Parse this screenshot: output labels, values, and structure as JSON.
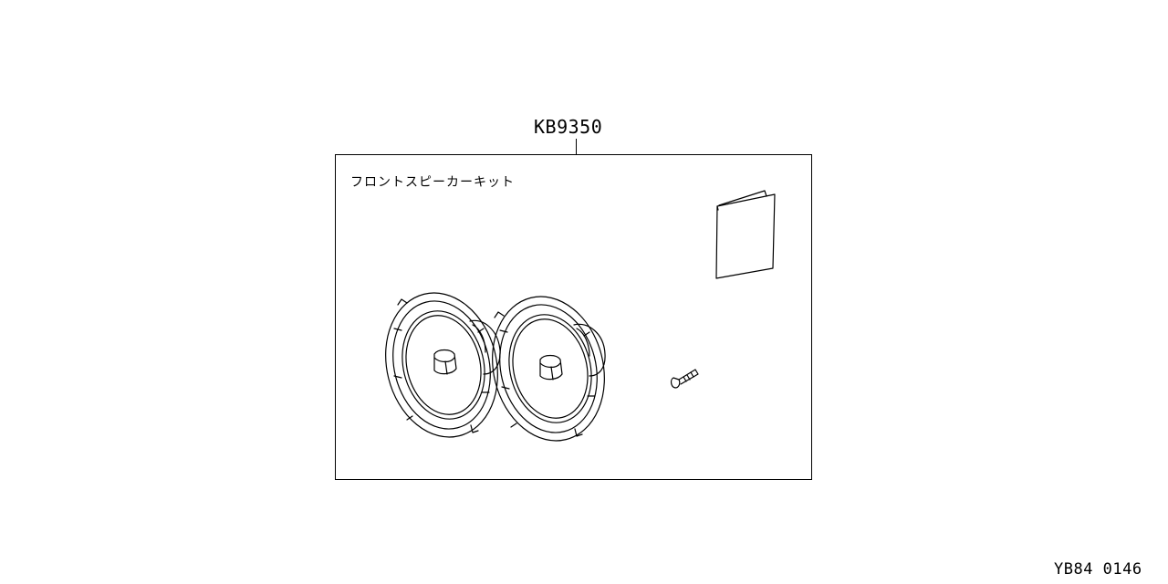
{
  "part_number": "KB9350",
  "kit_name": "フロントスピーカーキット",
  "figure_code": "YB84 0146",
  "components": [
    {
      "name": "speaker-left-icon"
    },
    {
      "name": "speaker-right-icon"
    },
    {
      "name": "instruction-booklet-icon"
    },
    {
      "name": "screw-icon"
    }
  ]
}
